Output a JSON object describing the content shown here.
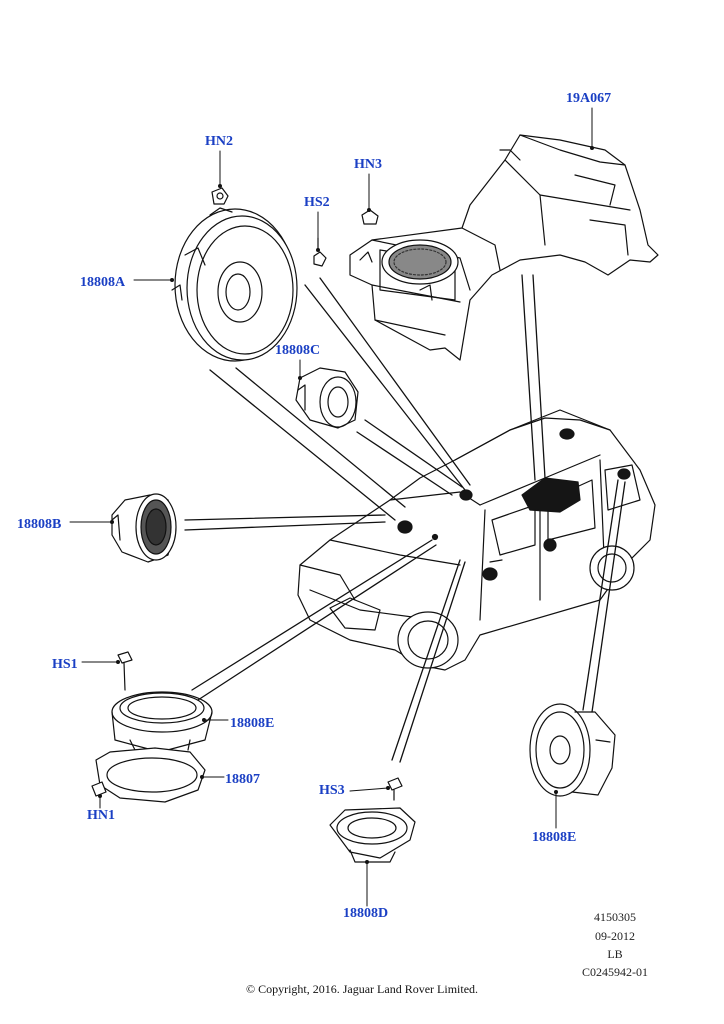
{
  "callouts": {
    "c19a067": "19A067",
    "hn2": "HN2",
    "hn3": "HN3",
    "hs2": "HS2",
    "c18808a": "18808A",
    "c18808c": "18808C",
    "c18808b": "18808B",
    "hs1": "HS1",
    "c18808e_left": "18808E",
    "c18807": "18807",
    "hn1": "HN1",
    "hs3": "HS3",
    "c18808d": "18808D",
    "c18808e_right": "18808E"
  },
  "meta": {
    "ref": "4150305",
    "date": "09-2012",
    "code": "LB",
    "illustration_id": "C0245942-01"
  },
  "copyright": "© Copyright, 2016. Jaguar Land Rover Limited.",
  "colors": {
    "callout": "#1a3fc4",
    "line": "#111111",
    "part_fill": "#ffffff",
    "dark_part": "#151515"
  }
}
